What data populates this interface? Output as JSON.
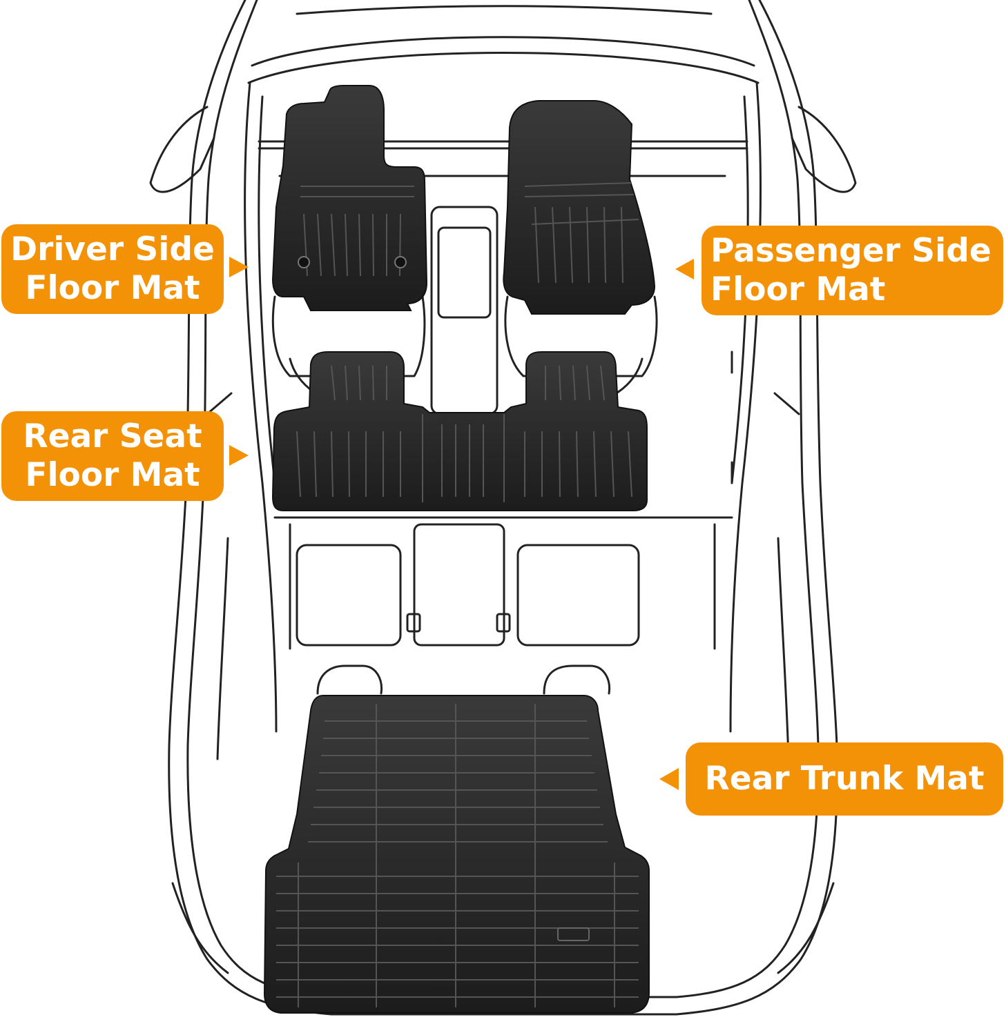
{
  "diagram": {
    "subject": "car-top-view",
    "line_color": "#222222",
    "mat_color": "#2a2a2a",
    "accent_color": "#f39207",
    "text_color": "#ffffff"
  },
  "labels": {
    "driver": {
      "line1": "Driver Side",
      "line2": "Floor Mat"
    },
    "passenger": {
      "line1": "Passenger Side",
      "line2": "Floor Mat"
    },
    "rear_seat": {
      "line1": "Rear Seat",
      "line2": "Floor Mat"
    },
    "trunk": {
      "line1": "Rear Trunk Mat"
    }
  }
}
